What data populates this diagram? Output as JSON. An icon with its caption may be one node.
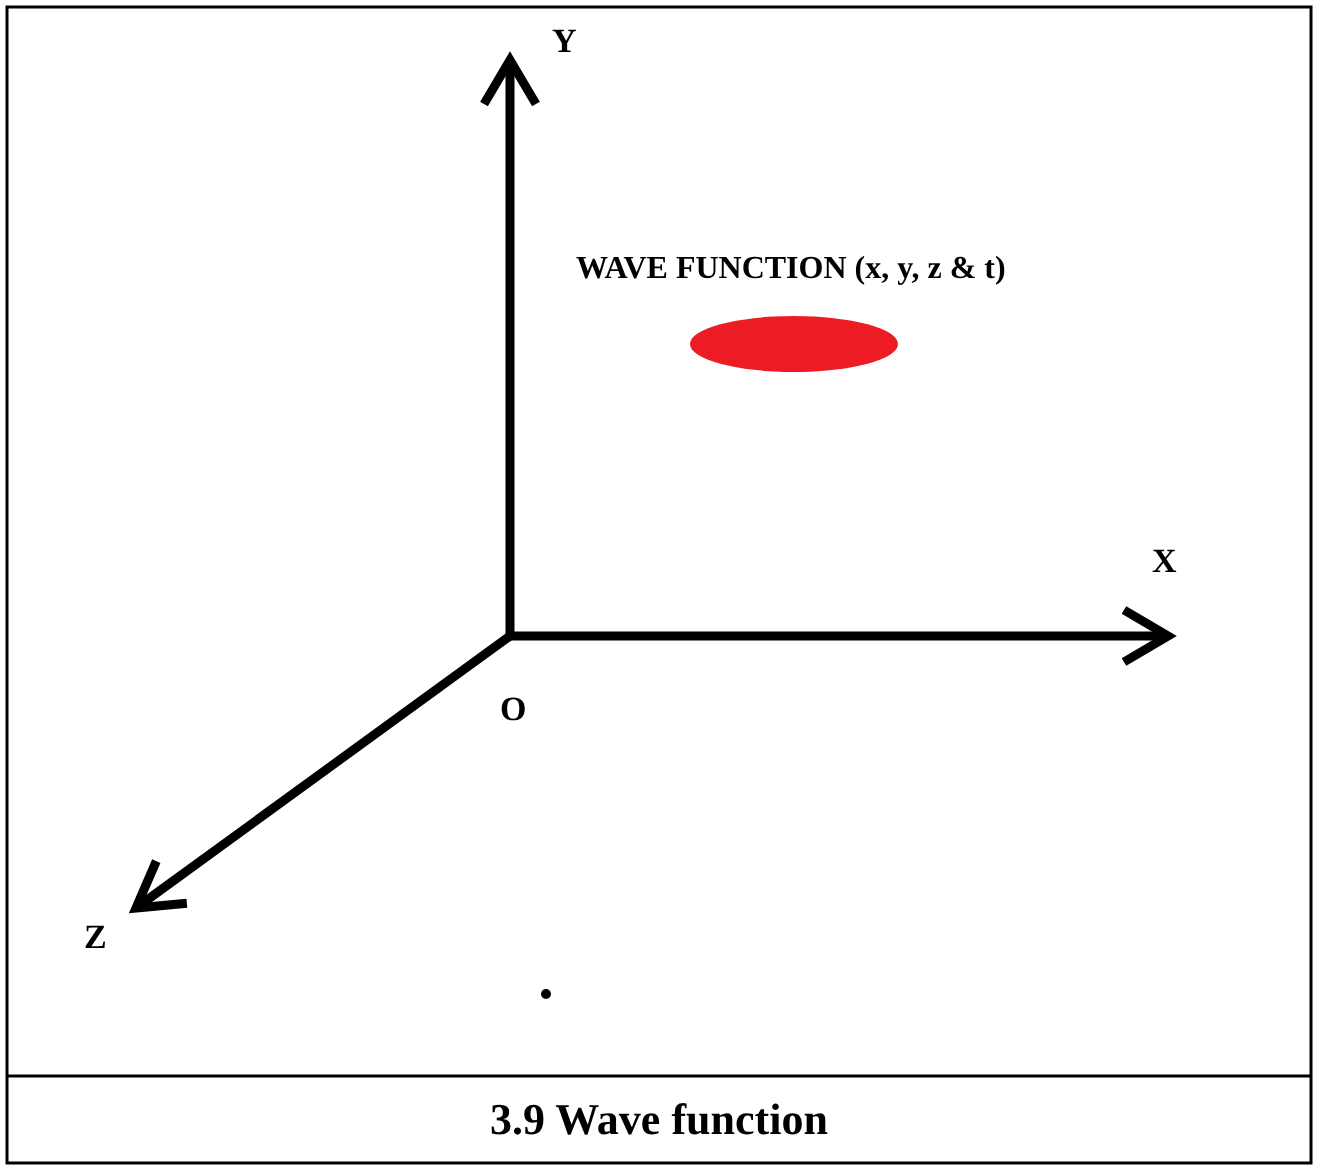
{
  "diagram": {
    "caption": "3.9 Wave function",
    "nodes": [
      {
        "text": [
          "WAVE FUNCTION (x, y, z & t)"
        ]
      }
    ],
    "labels": [
      "Y",
      "X",
      "O",
      "Z"
    ]
  }
}
